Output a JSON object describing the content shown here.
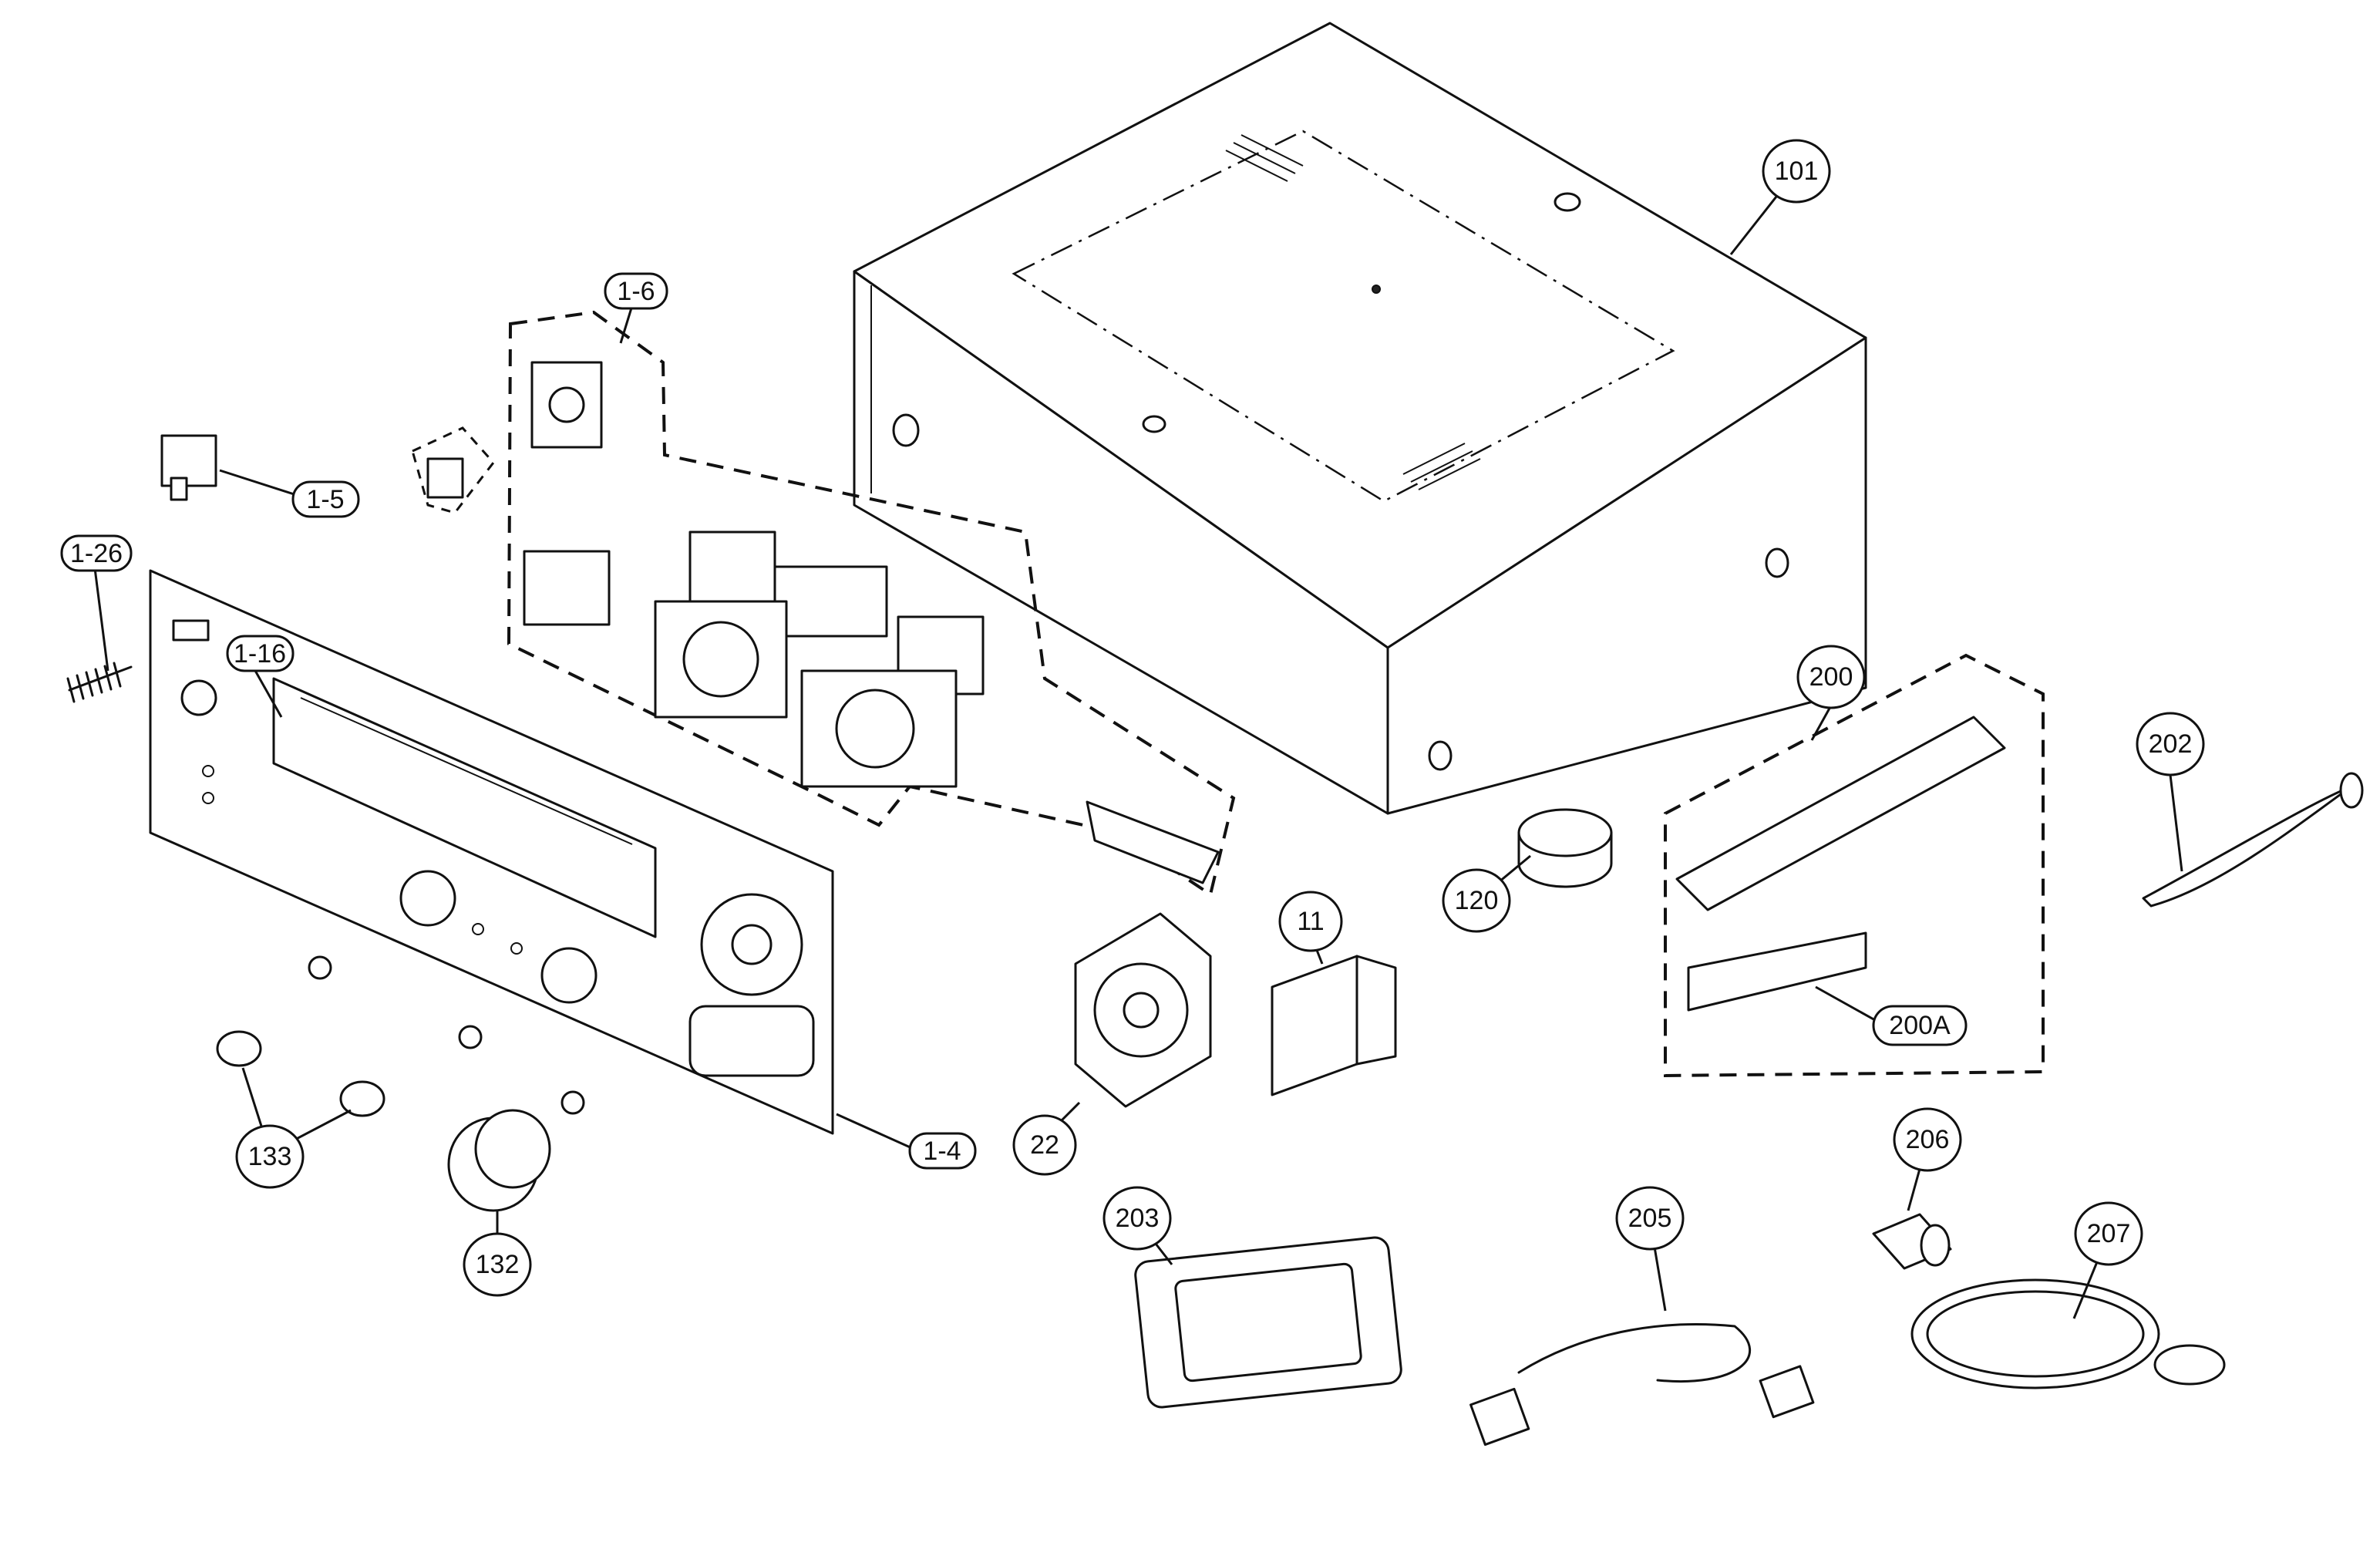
{
  "diagram": {
    "callouts": {
      "c101": "101",
      "c1_6": "1-6",
      "c1_5": "1-5",
      "c1_26": "1-26",
      "c1_16": "1-16",
      "c200": "200",
      "c202": "202",
      "c200a": "200A",
      "c120": "120",
      "c11": "11",
      "c22": "22",
      "c1_4": "1-4",
      "c133": "133",
      "c132": "132",
      "c203": "203",
      "c205": "205",
      "c206": "206",
      "c207": "207"
    }
  }
}
